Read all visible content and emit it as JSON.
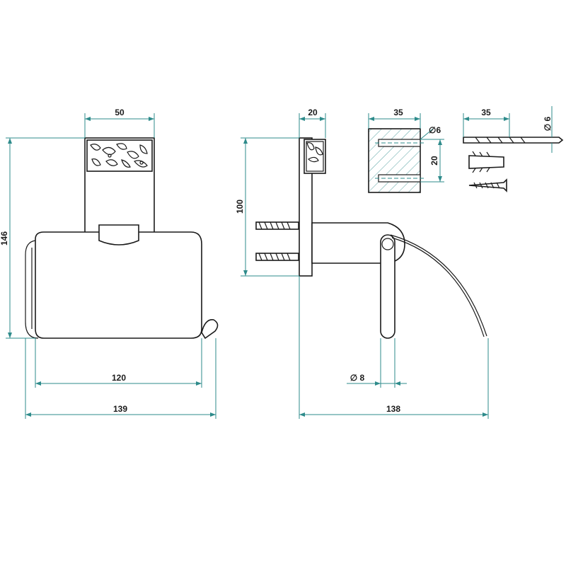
{
  "dimensions": {
    "top_width": "50",
    "total_height": "146",
    "roll_width": "120",
    "total_width": "139",
    "side_depth": "20",
    "side_height": "100",
    "pin_diameter": "∅ 8",
    "side_total": "138",
    "block_width": "35",
    "hole_diameter": "∅6",
    "block_height": "20",
    "drill_length": "35",
    "drill_diameter": "∅ 6"
  },
  "colors": {
    "dimension_line": "#2e8b8b",
    "outline": "#1a1a1a",
    "background": "#ffffff"
  },
  "icons": [
    "drill-bit-icon",
    "wall-plug-icon",
    "screw-icon"
  ]
}
